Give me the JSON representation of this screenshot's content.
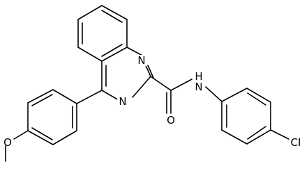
{
  "molecule": {
    "atoms": {
      "n1": "N",
      "n3": "N",
      "nh": "N",
      "nh_h": "H",
      "o_carbonyl": "O",
      "o_ether": "O",
      "cl": "Cl"
    }
  },
  "colors": {
    "bond": "#000000",
    "label": "#000000",
    "background": "#ffffff"
  }
}
